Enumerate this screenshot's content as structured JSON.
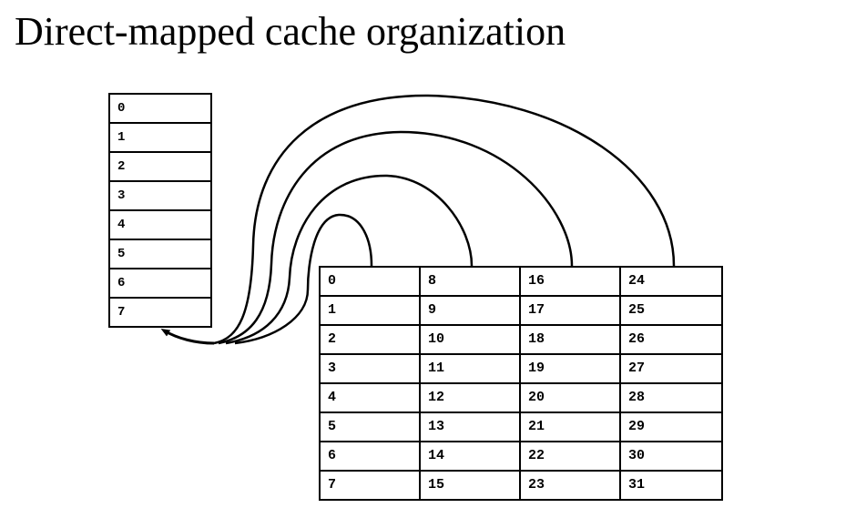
{
  "title": "Direct-mapped cache organization",
  "cache": {
    "lines": [
      "0",
      "1",
      "2",
      "3",
      "4",
      "5",
      "6",
      "7"
    ]
  },
  "memory": {
    "columns": [
      [
        "0",
        "1",
        "2",
        "3",
        "4",
        "5",
        "6",
        "7"
      ],
      [
        "8",
        "9",
        "10",
        "11",
        "12",
        "13",
        "14",
        "15"
      ],
      [
        "16",
        "17",
        "18",
        "19",
        "20",
        "21",
        "22",
        "23"
      ],
      [
        "24",
        "25",
        "26",
        "27",
        "28",
        "29",
        "30",
        "31"
      ]
    ]
  },
  "mapping": {
    "cache_line": "7",
    "memory_blocks": [
      "0",
      "8",
      "16",
      "24"
    ]
  }
}
